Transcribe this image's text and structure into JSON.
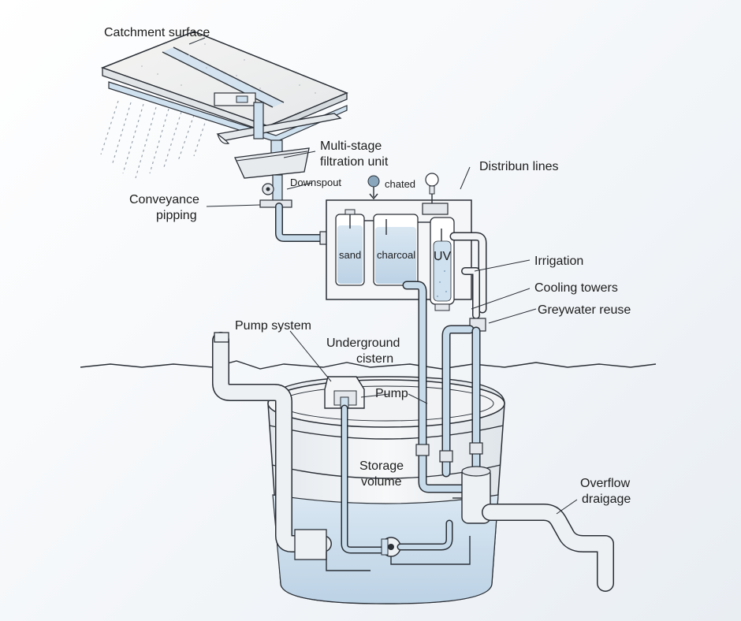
{
  "labels": {
    "catchment": "Catchment surface",
    "multistage_line1": "Multi-stage",
    "multistage_line2": "filtration unit",
    "downspout": "Downspout",
    "conveyance_line1": "Conveyance",
    "conveyance_line2": "pipping",
    "chated": "chated",
    "distribution": "Distribun lines",
    "sand": "sand",
    "charcoal": "charcoal",
    "uv": "UV",
    "irrigation": "Irrigation",
    "cooling": "Cooling towers",
    "greywater": "Greywater reuse",
    "pump_system": "Pump system",
    "underground_line1": "Underground",
    "underground_line2": "cistern",
    "pump": "Pump",
    "storage_line1": "Storage",
    "storage_line2": "volume",
    "overflow_line1": "Overflow",
    "overflow_line2": "draigage"
  },
  "colors": {
    "ink": "#2a2f36",
    "water": "#cfe0ee",
    "water_deep": "#b9d0e3",
    "pipe_fill": "#c7dbeb",
    "paper": "#f7f7f5"
  }
}
